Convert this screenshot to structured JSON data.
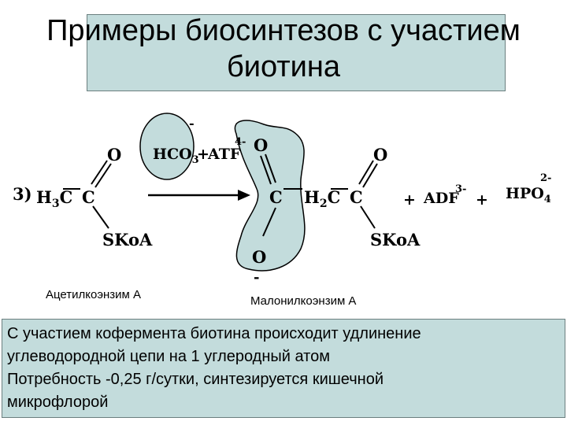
{
  "title": {
    "line1": "Примеры биосинтезов с участием",
    "line2": "биотина"
  },
  "scheme": {
    "step_number": "3)",
    "substrate": {
      "h3c": "H",
      "h3c_sub": "3",
      "h3c_c": "C",
      "carbonyl_c": "C",
      "oxygen": "O",
      "skoa": "SKoA"
    },
    "reagents": {
      "hco": "HCO",
      "hco_sub": "3",
      "hco_charge": "-",
      "plus": "+",
      "atf": "ATF",
      "atf_charge": "4-"
    },
    "product": {
      "carboxyl_c": "C",
      "oxygen_top": "O",
      "oxygen_bottom": "O",
      "oxygen_charge": "-",
      "h2c": "H",
      "h2c_sub": "2",
      "h2c_c": "C",
      "carbonyl_c": "C",
      "oxygen": "O",
      "skoa": "SKoA"
    },
    "byproducts": {
      "plus1": "+",
      "adf": "ADF",
      "adf_charge": "3-",
      "plus2": "+",
      "hpo": "HPO",
      "hpo_sub": "4",
      "hpo_charge": "2-"
    },
    "highlight_color": "#c3dcdc"
  },
  "captions": {
    "acetyl": "Ацетилкоэнзим А",
    "malonyl": "Малонилкоэнзим А"
  },
  "info": {
    "line1": "С участием кофермента биотина происходит удлинение",
    "line2": "углеводородной цепи на 1  углеродный атом",
    "line3": "Потребность -0,25 г/сутки, синтезируется кишечной",
    "line4": "микрофлорой"
  }
}
